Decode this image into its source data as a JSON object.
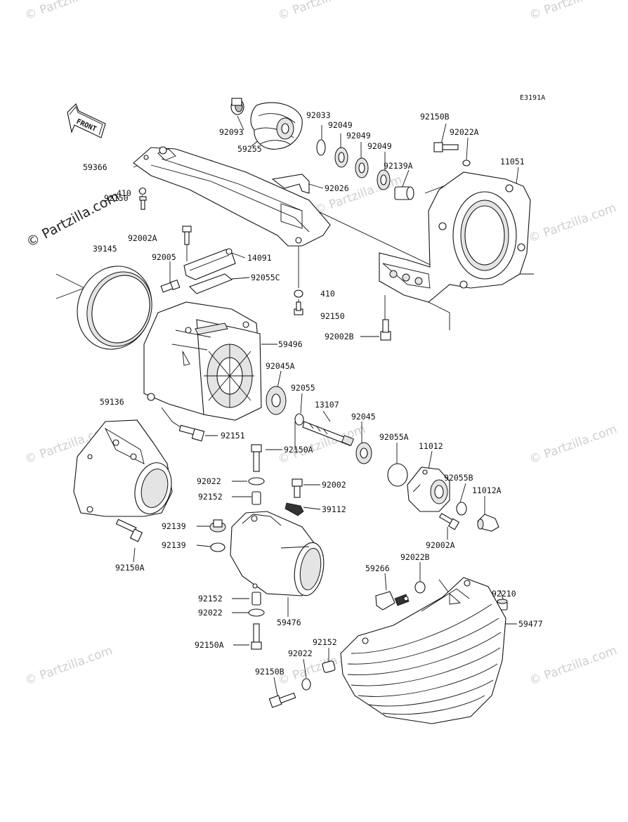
{
  "diagram_code": "E3191A",
  "front_label": "FRONT",
  "brand": "© Partzilla.com",
  "watermark": "© Partzilla.com",
  "labels": {
    "p92093": "92093",
    "p59255": "59255",
    "p92033": "92033",
    "p92049a": "92049",
    "p92049b": "92049",
    "p92049c": "92049",
    "p92139A": "92139A",
    "p92150B_top": "92150B",
    "p92022A": "92022A",
    "p11051": "11051",
    "p59366": "59366",
    "p410_top": "410",
    "p92150_top": "92150",
    "p92026": "92026",
    "p92002A_top": "92002A",
    "p39145": "39145",
    "p92005": "92005",
    "p14091": "14091",
    "p92055C": "92055C",
    "p410_mid": "410",
    "p92150_mid": "92150",
    "p92002B": "92002B",
    "p59496": "59496",
    "p92045A": "92045A",
    "p92055": "92055",
    "p59136": "59136",
    "p13107": "13107",
    "p92045": "92045",
    "p92151": "92151",
    "p92150A_mid": "92150A",
    "p92055A": "92055A",
    "p11012": "11012",
    "p92022_a": "92022",
    "p92002": "92002",
    "p92055B": "92055B",
    "p92152_a": "92152",
    "p39112": "39112",
    "p11012A": "11012A",
    "p92139_a": "92139",
    "p92139_b": "92139",
    "p92002A_bot": "92002A",
    "p92150A_left": "92150A",
    "p92022B": "92022B",
    "p59266": "59266",
    "p92210": "92210",
    "p92152_b": "92152",
    "p92022_b": "92022",
    "p59476": "59476",
    "p59477": "59477",
    "p92150A_bot": "92150A",
    "p92152_c": "92152",
    "p92022_c": "92022",
    "p92150B_bot": "92150B"
  }
}
